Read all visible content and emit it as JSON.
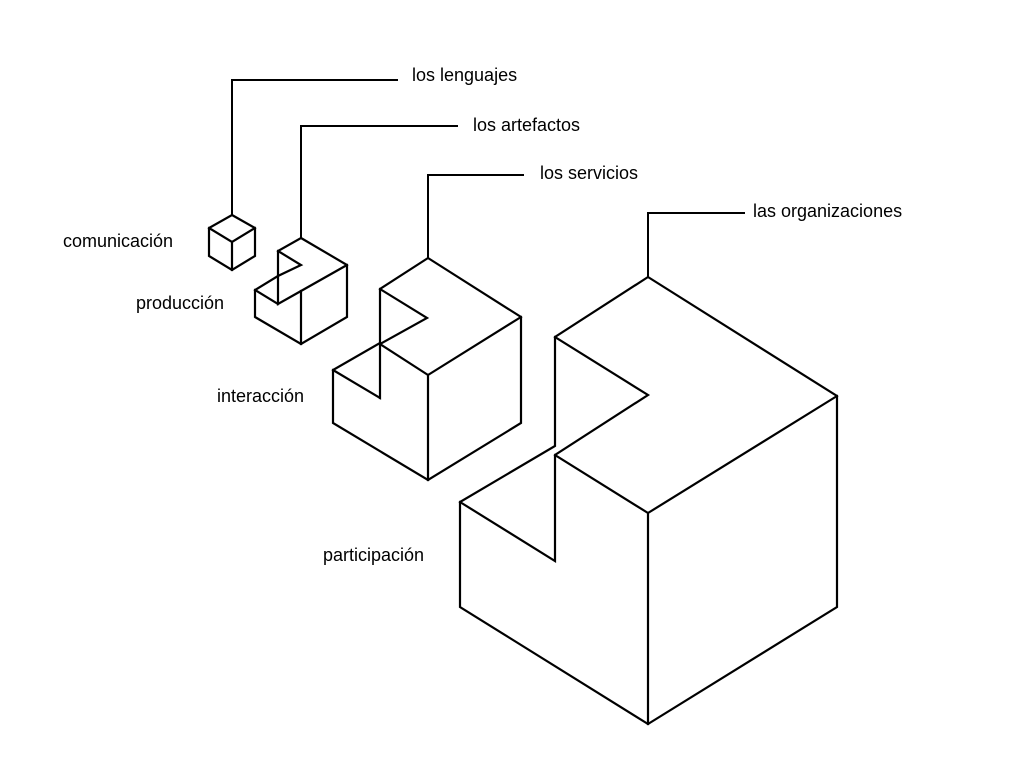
{
  "diagram": {
    "stroke_color": "#000000",
    "background_color": "#ffffff",
    "layers": [
      {
        "id": "communication",
        "level_label": "comunicación",
        "element_label": "los lenguajes"
      },
      {
        "id": "production",
        "level_label": "producción",
        "element_label": "los artefactos"
      },
      {
        "id": "interaction",
        "level_label": "interacción",
        "element_label": "los servicios"
      },
      {
        "id": "participation",
        "level_label": "participación",
        "element_label": "las organizaciones"
      }
    ]
  }
}
